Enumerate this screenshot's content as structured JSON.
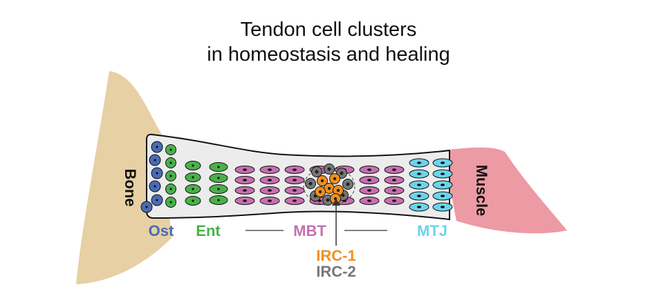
{
  "title": {
    "line1": "Tendon cell clusters",
    "line2": "in homeostasis and healing"
  },
  "anatomy": {
    "bone": "Bone",
    "muscle": "Muscle"
  },
  "regions": [
    {
      "key": "ost",
      "label": "Ost",
      "color": "#4a6bb5"
    },
    {
      "key": "ent",
      "label": "Ent",
      "color": "#4ab04a"
    },
    {
      "key": "mbt",
      "label": "MBT",
      "color": "#c86fb0"
    },
    {
      "key": "mtj",
      "label": "MTJ",
      "color": "#6ad4ec"
    }
  ],
  "clusters": [
    {
      "key": "irc1",
      "label": "IRC-1",
      "color": "#f0901e"
    },
    {
      "key": "irc2",
      "label": "IRC-2",
      "color": "#777777"
    }
  ],
  "colors": {
    "bone": "#e6d0a4",
    "muscle": "#ec9aa4",
    "tendon": "#ececec",
    "outline": "#111111"
  }
}
